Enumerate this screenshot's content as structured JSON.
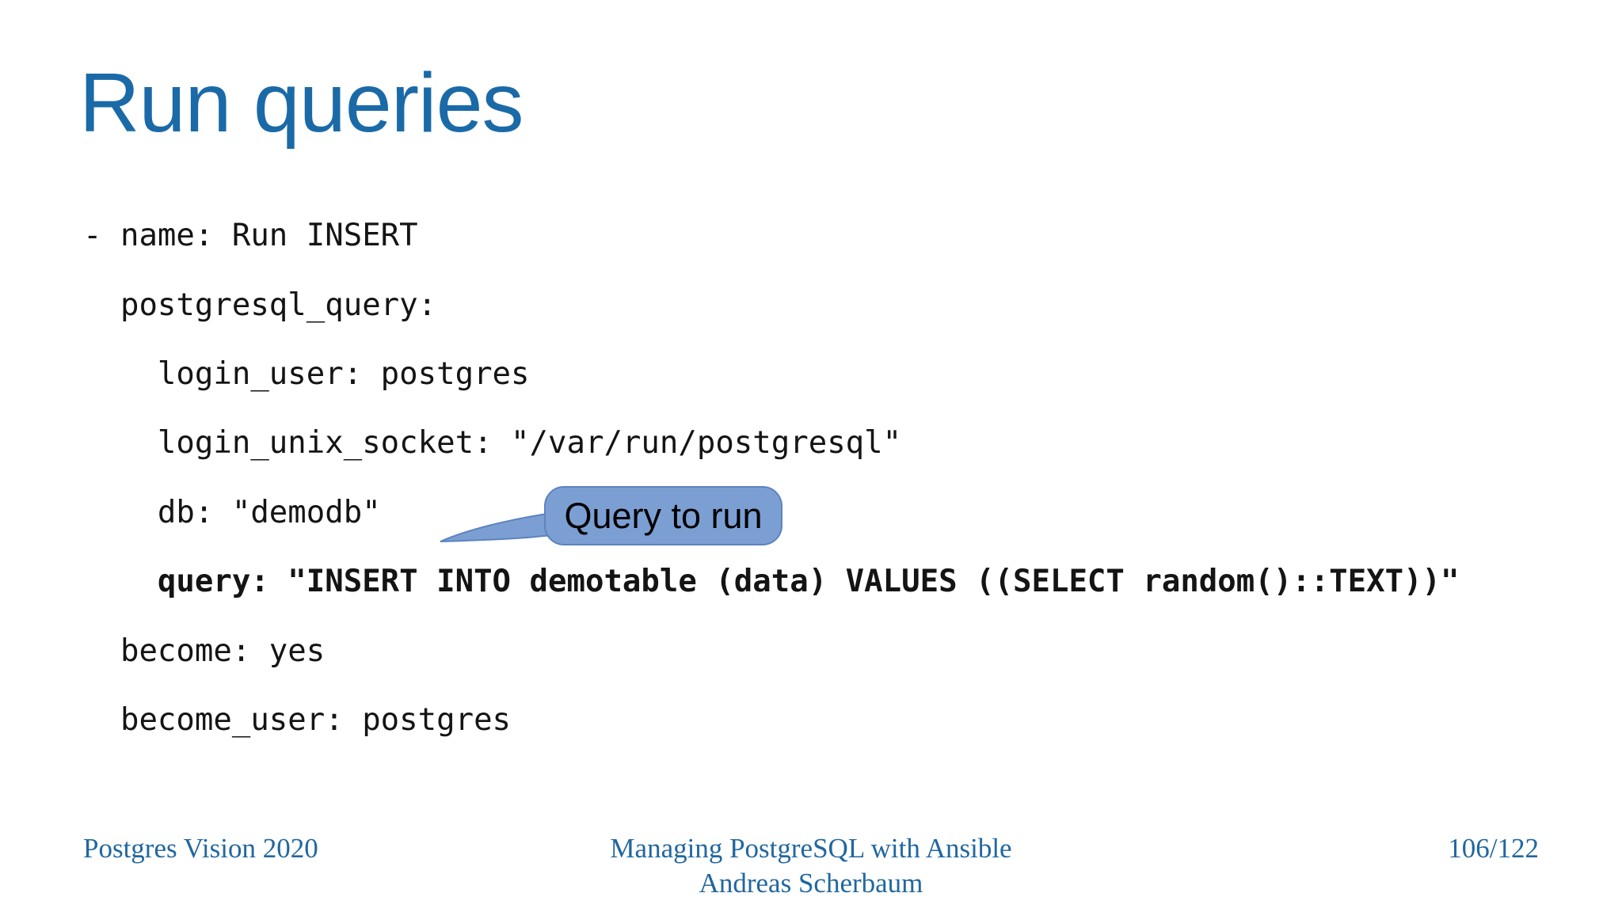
{
  "slide": {
    "title": "Run queries"
  },
  "colors": {
    "title_blue": "#1b6aa8",
    "footer_blue": "#21679f",
    "code_black": "#141414",
    "bubble_fill": "#7c9fd3",
    "bubble_stroke": "#5c83c0",
    "callout_text": "#000000",
    "page_bg": "#ffffff"
  },
  "code": {
    "lines": [
      {
        "text": "- name: Run INSERT",
        "bold": false
      },
      {
        "text": "  postgresql_query:",
        "bold": false
      },
      {
        "text": "    login_user: postgres",
        "bold": false
      },
      {
        "text": "    login_unix_socket: \"/var/run/postgresql\"",
        "bold": false
      },
      {
        "text": "    db: \"demodb\"",
        "bold": false
      },
      {
        "text": "    query: \"INSERT INTO demotable (data) VALUES ((SELECT random()::TEXT))\"",
        "bold": true
      },
      {
        "text": "  become: yes",
        "bold": false
      },
      {
        "text": "  become_user: postgres",
        "bold": false
      }
    ]
  },
  "callout": {
    "label": "Query to run"
  },
  "footer": {
    "left": "Postgres Vision 2020",
    "center_line1": "Managing PostgreSQL with Ansible",
    "center_line2": "Andreas Scherbaum",
    "right": "106/122"
  }
}
